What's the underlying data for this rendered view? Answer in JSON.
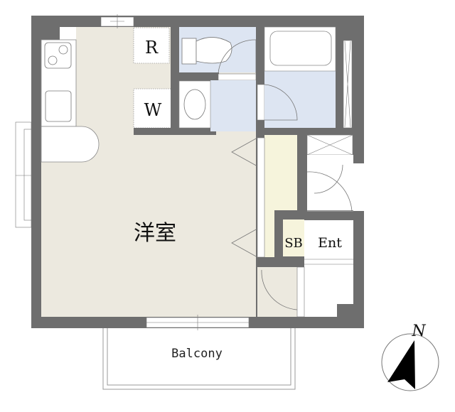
{
  "plan": {
    "rooms": {
      "main_room": "洋室",
      "refrigerator_space": "R",
      "washer_space": "W",
      "shoe_box": "SB",
      "entrance": "Ent",
      "balcony": "Balcony"
    },
    "compass": {
      "north_label": "N"
    },
    "colors": {
      "wall": "#6e6e6e",
      "floor": "#ece9df",
      "wet_area": "#dde5f2",
      "storage": "#f6f4dc"
    }
  }
}
